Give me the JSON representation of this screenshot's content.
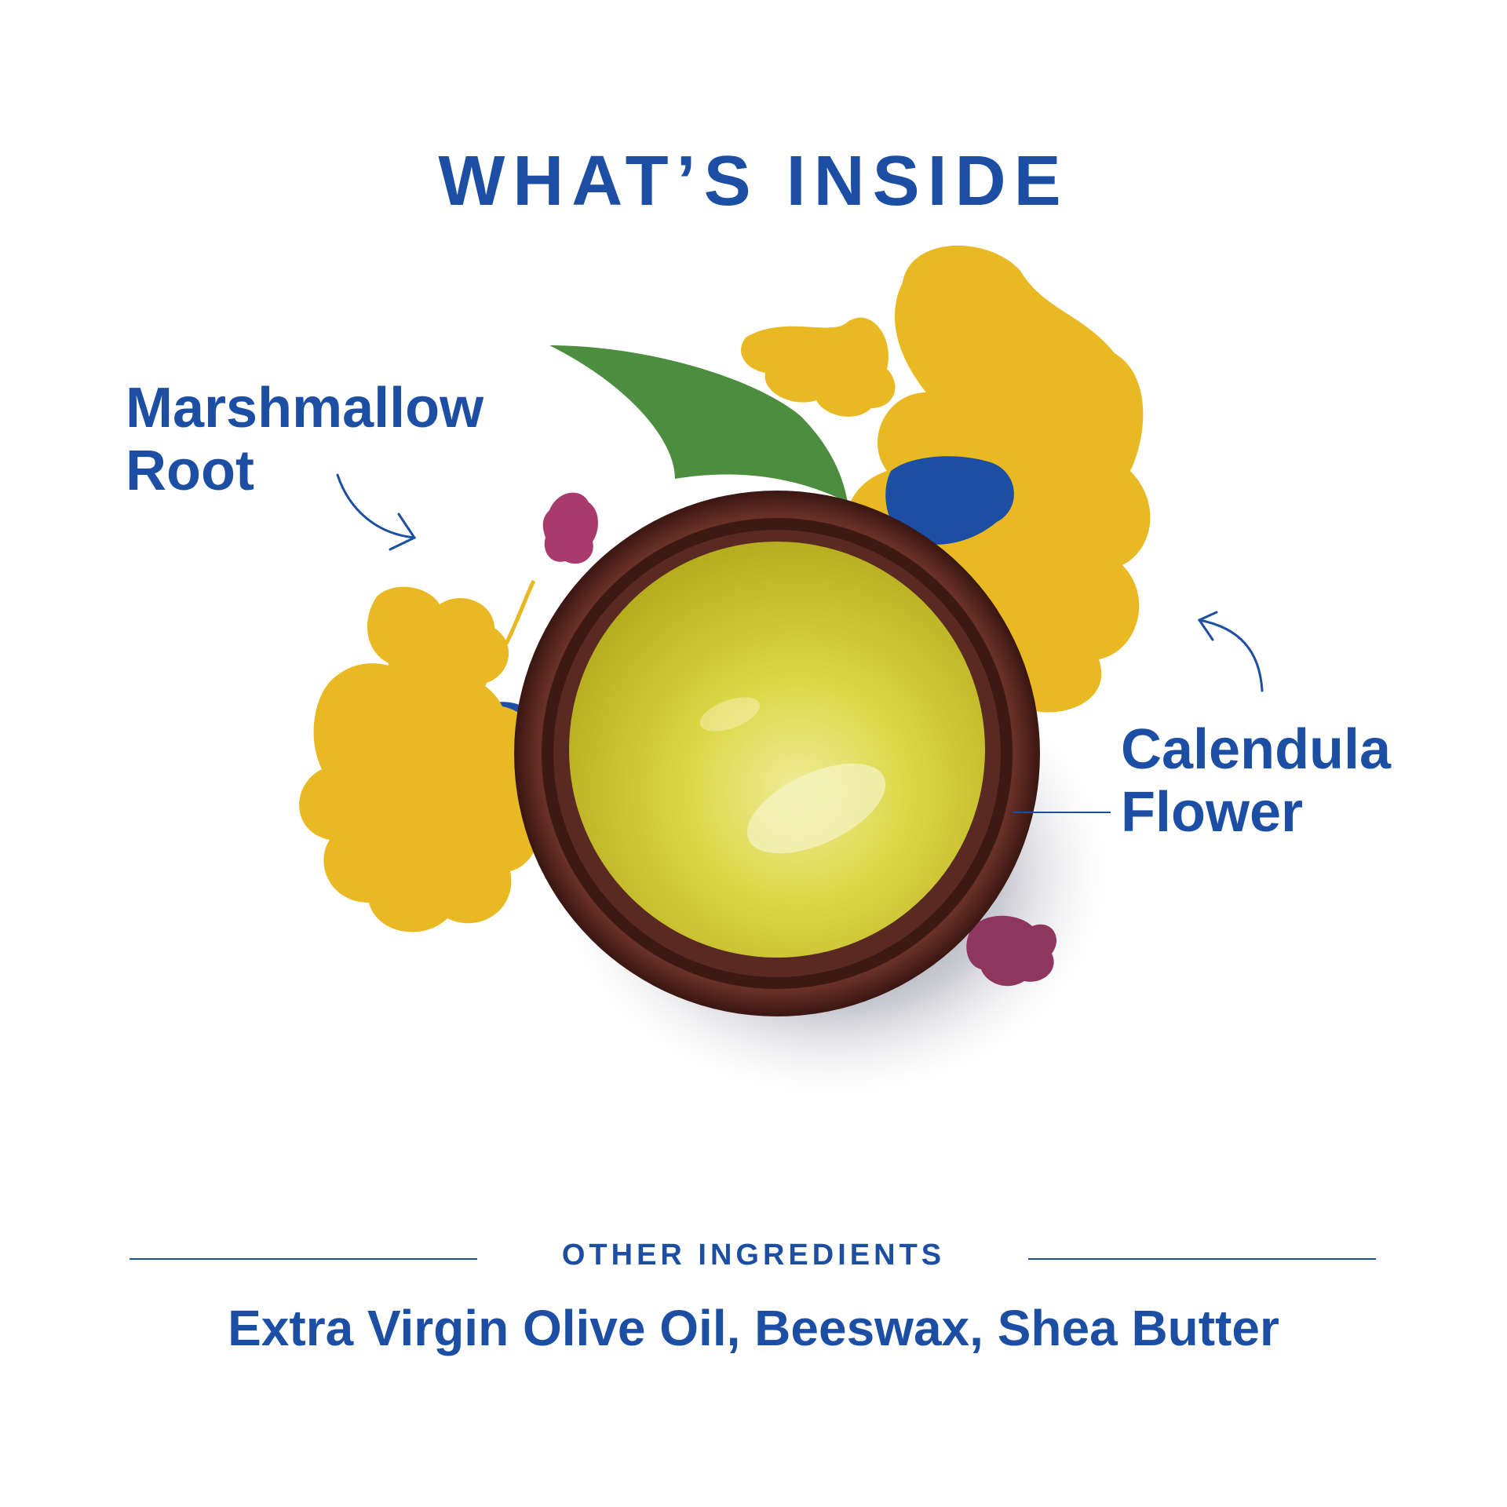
{
  "heading": "WHAT’S INSIDE",
  "callouts": {
    "left": {
      "line1": "Marshmallow",
      "line2": "Root"
    },
    "right": {
      "line1": "Calendula",
      "line2": "Flower"
    }
  },
  "other_ingredients": {
    "title": "OTHER INGREDIENTS",
    "list": "Extra Virgin Olive Oil, Beeswax, Shea Butter"
  },
  "colors": {
    "brand_blue": "#1c4fa3",
    "petal_yellow": "#e8b923",
    "leaf_green": "#4d8d3f",
    "petal_magenta": "#a83a6e",
    "jar_brown": "#4a1f1a",
    "balm_yellow": "#d8d23c"
  },
  "icons": [
    "arrow-curve-icon",
    "jar-illustration"
  ]
}
